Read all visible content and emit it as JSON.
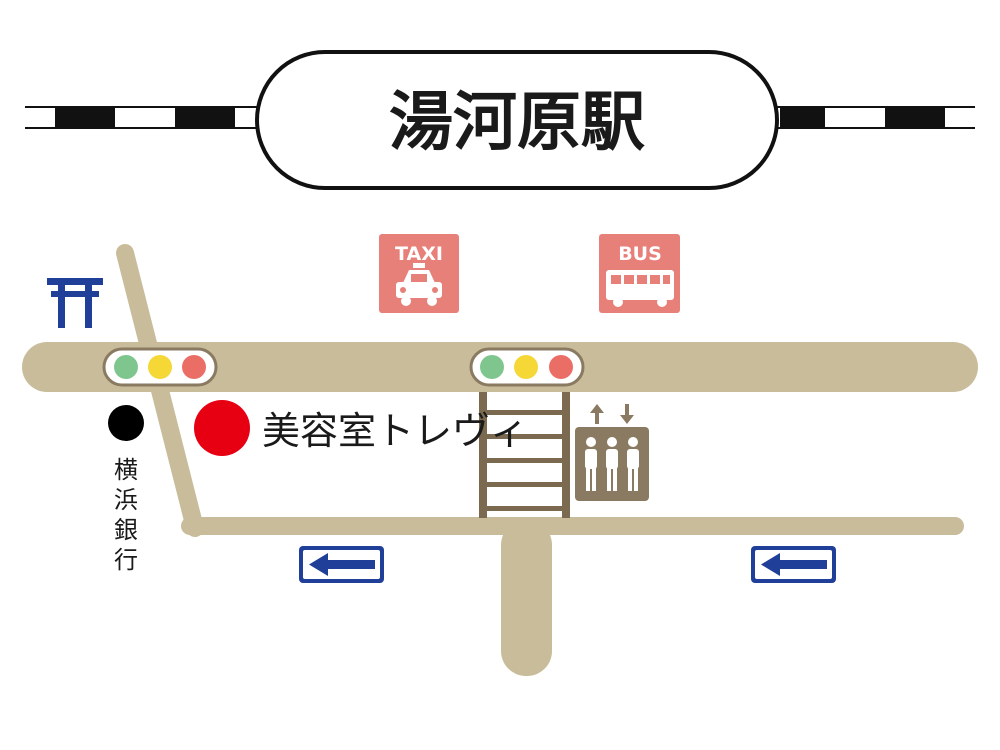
{
  "station": {
    "name": "湯河原駅"
  },
  "signs": {
    "taxi": {
      "label": "TAXI",
      "icon": "taxi-icon"
    },
    "bus": {
      "label": "BUS",
      "icon": "bus-icon"
    }
  },
  "landmarks": {
    "shrine": {
      "icon": "torii-gate-icon"
    },
    "bank": {
      "name_chars": [
        "横",
        "浜",
        "銀",
        "行"
      ],
      "name": "横浜銀行"
    },
    "shop": {
      "name": "美容室トレヴィ"
    }
  },
  "icons": {
    "traffic_light": "traffic-light-icon",
    "crosswalk": "crosswalk-icon",
    "elevator": "elevator-icon",
    "one_way": "one-way-arrow-icon"
  },
  "colors": {
    "road": "#c8bc9b",
    "sign_bg": "#e8807a",
    "torii": "#1f3f99",
    "shop_marker": "#e60012",
    "bank_marker": "#000000",
    "one_way_sign": "#1f3f99",
    "elevator": "#8a7a62",
    "crosswalk": "#7b6a50",
    "light_green": "#7fc68e",
    "light_yellow": "#f5d836",
    "light_red": "#eb6e66"
  }
}
